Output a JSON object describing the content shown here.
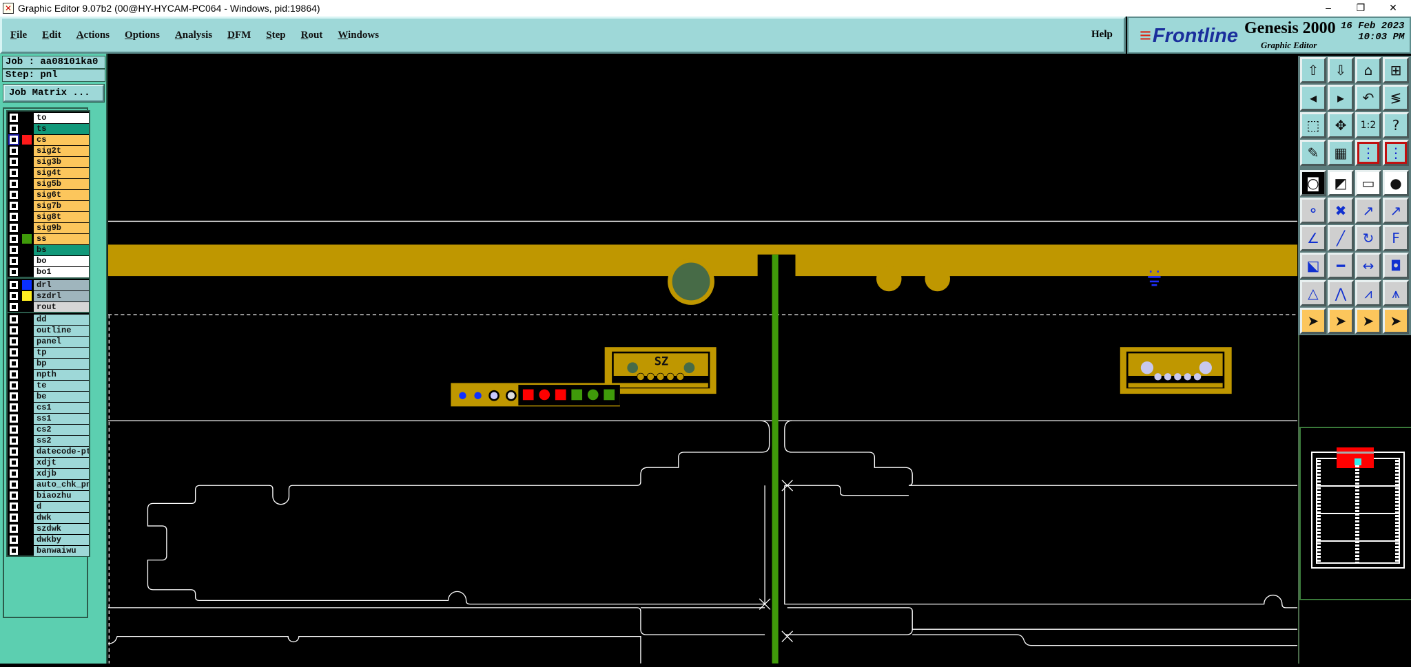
{
  "window": {
    "title": "Graphic Editor 9.07b2 (00@HY-HYCAM-PC064 - Windows, pid:19864)",
    "minimize": "–",
    "restore": "❐",
    "close": "✕"
  },
  "menu": [
    "File",
    "Edit",
    "Actions",
    "Options",
    "Analysis",
    "DFM",
    "Step",
    "Rout",
    "Windows"
  ],
  "help": "Help",
  "brand": {
    "logo": "Frontline",
    "product": "Genesis 2000",
    "subtitle": "Graphic Editor",
    "date": "16 Feb 2023",
    "time": "10:03 PM"
  },
  "job": "Job : aa08101ka0",
  "step": "Step: pnl",
  "job_matrix": "Job Matrix ...",
  "colors": {
    "white": "#ffffff",
    "teal": "#12997a",
    "orange": "#fcc65c",
    "drill": "#9fb5bd",
    "gray": "#d6d6d6",
    "cyan": "#9ed8d8",
    "copper": "#bf9700",
    "green_track": "#3f9a0a"
  },
  "layer_groups": [
    [
      {
        "name": "to",
        "bg": "white"
      },
      {
        "name": "ts",
        "bg": "teal"
      },
      {
        "name": "cs",
        "bg": "orange",
        "swatch": "#ff1a1a",
        "active": true
      },
      {
        "name": "sig2t",
        "bg": "orange"
      },
      {
        "name": "sig3b",
        "bg": "orange"
      },
      {
        "name": "sig4t",
        "bg": "orange"
      },
      {
        "name": "sig5b",
        "bg": "orange"
      },
      {
        "name": "sig6t",
        "bg": "orange"
      },
      {
        "name": "sig7b",
        "bg": "orange"
      },
      {
        "name": "sig8t",
        "bg": "orange"
      },
      {
        "name": "sig9b",
        "bg": "orange"
      },
      {
        "name": "ss",
        "bg": "orange",
        "swatch": "#3f9a0a"
      },
      {
        "name": "bs",
        "bg": "teal"
      },
      {
        "name": "bo",
        "bg": "white"
      },
      {
        "name": "bo1",
        "bg": "white"
      }
    ],
    [
      {
        "name": "drl",
        "bg": "drill",
        "swatch": "#0a30ff"
      },
      {
        "name": "szdrl",
        "bg": "drill",
        "swatch": "#ffee22"
      },
      {
        "name": "rout",
        "bg": "gray"
      }
    ],
    [
      {
        "name": "dd",
        "bg": "cyan"
      },
      {
        "name": "outline",
        "bg": "cyan"
      },
      {
        "name": "panel",
        "bg": "cyan"
      },
      {
        "name": "tp",
        "bg": "cyan"
      },
      {
        "name": "bp",
        "bg": "cyan"
      },
      {
        "name": "npth",
        "bg": "cyan"
      },
      {
        "name": "te",
        "bg": "cyan"
      },
      {
        "name": "be",
        "bg": "cyan"
      },
      {
        "name": "cs1",
        "bg": "cyan"
      },
      {
        "name": "ss1",
        "bg": "cyan"
      },
      {
        "name": "cs2",
        "bg": "cyan"
      },
      {
        "name": "ss2",
        "bg": "cyan"
      },
      {
        "name": "datecode-ptc",
        "bg": "cyan"
      },
      {
        "name": "xdjt",
        "bg": "cyan"
      },
      {
        "name": "xdjb",
        "bg": "cyan"
      },
      {
        "name": "auto_chk_pnl",
        "bg": "cyan"
      },
      {
        "name": "biaozhu",
        "bg": "cyan"
      },
      {
        "name": "d",
        "bg": "cyan"
      },
      {
        "name": "dwk",
        "bg": "cyan"
      },
      {
        "name": "szdwk",
        "bg": "cyan"
      },
      {
        "name": "dwkby",
        "bg": "cyan"
      },
      {
        "name": "banwaiwu",
        "bg": "cyan"
      }
    ]
  ],
  "toolbar": [
    {
      "icon": "open-up-icon",
      "g": "⇧",
      "c": "t"
    },
    {
      "icon": "save-down-icon",
      "g": "⇩",
      "c": "t"
    },
    {
      "icon": "home-icon",
      "g": "⌂",
      "c": "t"
    },
    {
      "icon": "window-xy-icon",
      "g": "⊞",
      "c": "t"
    },
    {
      "icon": "pan-left-icon",
      "g": "◂",
      "c": "t"
    },
    {
      "icon": "pan-right-icon",
      "g": "▸",
      "c": "t"
    },
    {
      "icon": "undo-view-icon",
      "g": "↶",
      "c": "t"
    },
    {
      "icon": "redraw-icon",
      "g": "≶",
      "c": "t"
    },
    {
      "icon": "zoom-fit-icon",
      "g": "⬚",
      "c": "t"
    },
    {
      "icon": "zoom-center-icon",
      "g": "✥",
      "c": "t"
    },
    {
      "icon": "scale-1-2-icon",
      "g": "1:2",
      "c": "t"
    },
    {
      "icon": "help-icon",
      "g": "?",
      "c": "t"
    },
    {
      "icon": "tools-palette-icon",
      "g": "✎",
      "c": "t"
    },
    {
      "icon": "grid-icon",
      "g": "▦",
      "c": "t"
    },
    {
      "icon": "netlist-icon",
      "g": "⋮",
      "c": "tr"
    },
    {
      "icon": "netlist2-icon",
      "g": "⋮",
      "c": "tr"
    },
    {
      "icon": "snap-pad-icon",
      "g": "◙",
      "c": "w"
    },
    {
      "icon": "snap-corner-icon",
      "g": "◩",
      "c": "w"
    },
    {
      "icon": "ruler-icon",
      "g": "▭",
      "c": "w"
    },
    {
      "icon": "center-pad-icon",
      "g": "●",
      "c": "w"
    },
    {
      "icon": "connect-pads-icon",
      "g": "⚬",
      "c": "g"
    },
    {
      "icon": "intersect-icon",
      "g": "✖",
      "c": "g"
    },
    {
      "icon": "move-point-icon",
      "g": "↗",
      "c": "g"
    },
    {
      "icon": "move-pad-icon",
      "g": "↗",
      "c": "g"
    },
    {
      "icon": "angle-icon",
      "g": "∠",
      "c": "g"
    },
    {
      "icon": "line-slope-icon",
      "g": "╱",
      "c": "g"
    },
    {
      "icon": "rotate-icon",
      "g": "↻",
      "c": "g"
    },
    {
      "icon": "mirror-icon",
      "g": "F",
      "c": "g"
    },
    {
      "icon": "move-shape-icon",
      "g": "⬕",
      "c": "g"
    },
    {
      "icon": "line-icon",
      "g": "━",
      "c": "g"
    },
    {
      "icon": "measure-gap-icon",
      "g": "↔",
      "c": "g"
    },
    {
      "icon": "overlap-icon",
      "g": "◘",
      "c": "g"
    },
    {
      "icon": "triangle-icon",
      "g": "△",
      "c": "g"
    },
    {
      "icon": "arc-up-icon",
      "g": "⋀",
      "c": "g"
    },
    {
      "icon": "arc-wide-icon",
      "g": "⩘",
      "c": "g"
    },
    {
      "icon": "arc-cross-icon",
      "g": "⩚",
      "c": "g"
    },
    {
      "icon": "select-icon",
      "g": "➤",
      "c": "o"
    },
    {
      "icon": "select-box-icon",
      "g": "➤",
      "c": "o"
    },
    {
      "icon": "select-poly-icon",
      "g": "➤",
      "c": "o"
    },
    {
      "icon": "select-net-icon",
      "g": "➤",
      "c": "o"
    }
  ],
  "canvas": {
    "label": "SZ"
  }
}
